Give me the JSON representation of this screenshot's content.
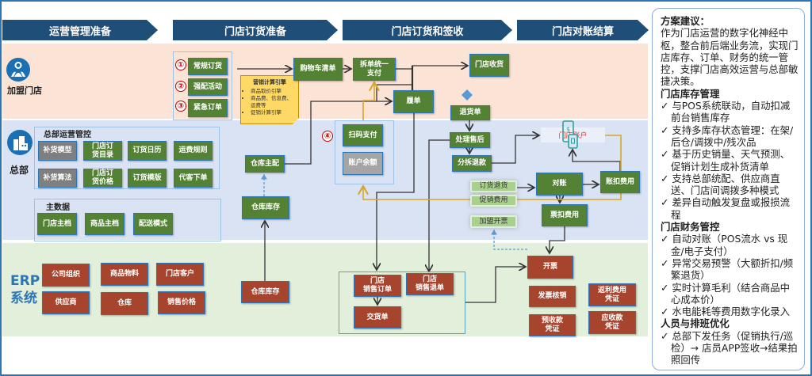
{
  "stages": [
    "运营管理准备",
    "门店订货准备",
    "门店订货和签收",
    "门店对账结算"
  ],
  "lanes": {
    "store": {
      "label": "加盟门店",
      "icon": "franchise-store-icon"
    },
    "hq": {
      "label": "总部",
      "icon": "headquarters-icon"
    },
    "erp": {
      "label_line1": "ERP",
      "label_line2": "系统"
    }
  },
  "order_types": [
    {
      "num": "①",
      "label": "常规订货"
    },
    {
      "num": "②",
      "label": "强配活动"
    },
    {
      "num": "③",
      "label": "紧急订单"
    }
  ],
  "pricing_note": {
    "title": "营销计算引擎",
    "items": [
      "商品取价引擎",
      "商品费、信息费、运费等",
      "促销计算引擎"
    ]
  },
  "store_flow": {
    "cart": "购物车清单",
    "split_pay": "拆单统一支付",
    "fulfill": "履单",
    "receive": "门店收货",
    "return_order": "退货单"
  },
  "hq_ops": {
    "title": "总部运营管控",
    "row1": [
      "补货模型",
      "门店订货目录",
      "订货日历",
      "运费规则"
    ],
    "row2": [
      "补货算法",
      "门店订货价格",
      "订货模版",
      "代客下单"
    ]
  },
  "master_data": {
    "title": "主数据",
    "items": [
      "门店主档",
      "商品主档",
      "配送模式"
    ]
  },
  "warehouse": {
    "dispatch": "仓库主配",
    "stock": "仓库库存"
  },
  "payment": {
    "num": "④",
    "scan": "扫码支付",
    "balance": "账户余额"
  },
  "after_sales": {
    "process": "处理售后",
    "refund": "分拆退款"
  },
  "account": {
    "label": "门店账户"
  },
  "settlement": {
    "tags": [
      "订货退货",
      "促销费用",
      "加盟开票"
    ],
    "reconcile": "对账",
    "account_deduct": "账扣费用",
    "invoice_deduct": "票扣费用"
  },
  "erp": {
    "master": [
      [
        "公司组织",
        "商品物料",
        "门店客户"
      ],
      [
        "供应商",
        "仓库",
        "销售价格"
      ]
    ],
    "warehouse_stock": "仓库库存",
    "sales_order": "门店\n销售订单",
    "sales_return": "门店\n销售退单",
    "delivery": "交货单",
    "invoice": "开票",
    "invoice_writeoff": "发票核销",
    "rebate_voucher": "返利费用\n凭证",
    "prepay_voucher": "预收款\n凭证",
    "receivable_voucher": "应收款\n凭证"
  },
  "panel": {
    "title": "方案建议：",
    "intro": "作为门店运营的数字化神经中枢，整合前后端业务流，实现门店库存、订单、财务的统一管控，支撑门店高效运营与总部敏捷决策。",
    "sections": [
      {
        "heading": "门店库存管理",
        "items": [
          "与POS系统联动，自动扣减前台销售库存",
          "支持多库存状态管理：在架/后仓/调拨中/残次品",
          "基于历史销量、天气预测、促销计划生成补货清单",
          "支持总部统配、供应商直送、门店间调拨多种模式",
          "差异自动触发复盘或报损流程"
        ]
      },
      {
        "heading": "门店财务管控",
        "items": [
          "自动对账（POS流水 vs 现金/电子支付）",
          "异常交易预警（大额折扣/频繁退货）",
          "实时计算毛利（结合商品中心成本价）",
          "水电能耗等费用数字化录入"
        ]
      },
      {
        "heading": "人员与排班优化",
        "items": [
          "总部下发任务（促销执行/巡检）→ 店员APP签收→结果拍照回传"
        ]
      }
    ],
    "check_glyph": "✓"
  },
  "colors": {
    "stage_bar": "#1F4E79",
    "node_green": "#548235",
    "node_red": "#A6442E",
    "node_gray": "#7F7F7F",
    "store_band": "#FBE3D6",
    "hq_band": "#DAE3F3",
    "erp_band": "#E2EFDA",
    "flow_yellow": "#D6A62A",
    "badge_red": "#C00000"
  }
}
